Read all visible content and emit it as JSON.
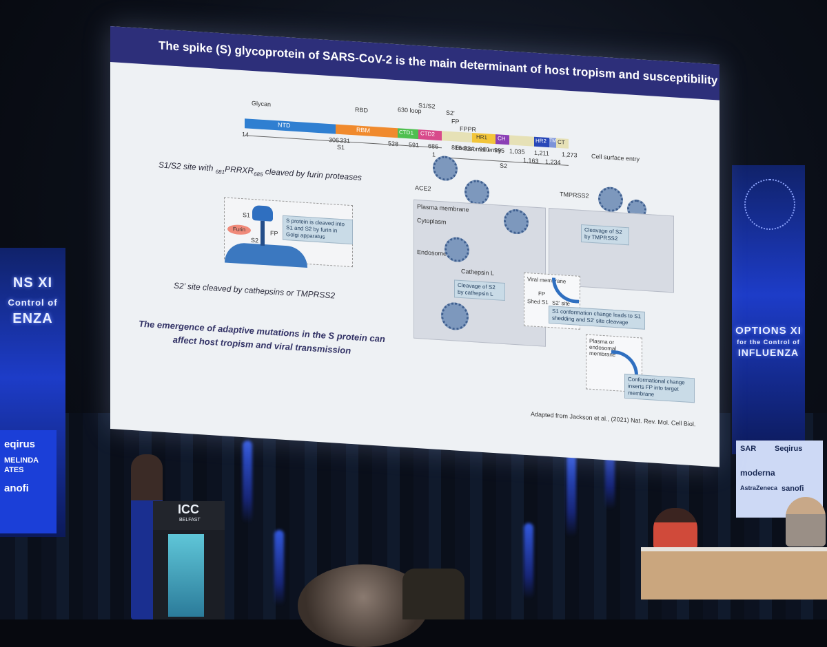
{
  "slide": {
    "title": "The spike (S) glycoprotein of SARS-CoV-2 is the main determinant of host tropism and susceptibility",
    "domain_bar": {
      "labels_top": [
        "Glycan",
        "RBD",
        "630 loop",
        "S1/S2",
        "S2'",
        "FP",
        "FPPR"
      ],
      "domains": [
        "NTD",
        "RBM",
        "CTD1",
        "CTD2",
        "HR1",
        "CH",
        "HR2",
        "TM",
        "CT"
      ],
      "numbers": [
        "14",
        "306",
        "331",
        "528",
        "591",
        "686",
        "1",
        "816",
        "834",
        "910",
        "985",
        "1,035",
        "1,163",
        "1,211",
        "1,234",
        "1,273"
      ],
      "subunits": [
        "S1",
        "S2"
      ]
    },
    "left": {
      "s1s2_site_prefix": "S1/S2 site with ",
      "s1s2_site_sub1": "681",
      "s1s2_site_seq": "PRRXR",
      "s1s2_site_sub2": "685",
      "s1s2_site_suffix": " cleaved by furin proteases",
      "furin_label": "Furin",
      "s1_label": "S1",
      "s2_label": "S2",
      "fp_label": "FP",
      "furin_callout": "S protein is cleaved into S1 and S2 by furin in Golgi apparatus",
      "s2prime_text": "S2’ site cleaved by cathepsins or TMPRSS2",
      "conclusion": "The emergence of adaptive mutations in the S protein can affect host tropism and viral transmission"
    },
    "right": {
      "endosomal_entry": "Endosomal entry",
      "cell_surface_entry": "Cell surface entry",
      "ace2": "ACE2",
      "tmprss2": "TMPRSS2",
      "plasma_membrane": "Plasma membrane",
      "cytoplasm": "Cytoplasm",
      "endosome": "Endosome",
      "cathepsin_l": "Cathepsin L",
      "cleavage_cathepsin": "Cleavage of S2 by cathepsin L",
      "cleavage_tmprss2": "Cleavage of S2 by TMPRSS2",
      "viral_membrane": "Viral membrane",
      "fp": "FP",
      "shed_s1": "Shed S1",
      "s2_site": "S2' site",
      "s1_conformation": "S1 conformation change leads to S1 shedding and S2' site cleavage",
      "plasma_or_endosomal": "Plasma or endosomal membrane",
      "conformational_change": "Conformational change inserts FP into target membrane"
    },
    "citation": "Adapted from Jackson et al., (2021) Nat. Rev. Mol. Cell Biol."
  },
  "banners": {
    "left_line1": "NS XI",
    "left_line2": "Control of",
    "left_line3": "ENZA",
    "right_line1": "OPTIONS XI",
    "right_line2": "for the Control of",
    "right_line3": "INFLUENZA"
  },
  "sponsors": {
    "left": [
      "eqirus",
      "MELINDA",
      "ATES",
      "anofi"
    ],
    "right": [
      "SAR",
      "Seqirus",
      "moderna",
      "AstraZeneca",
      "sanofi"
    ]
  },
  "podium": {
    "brand": "ICC",
    "brand_sub": "BELFAST"
  },
  "colors": {
    "title_bar": "#2d2f7a",
    "stage_blue": "#1d3cc8",
    "screen": "#eef1f4"
  }
}
